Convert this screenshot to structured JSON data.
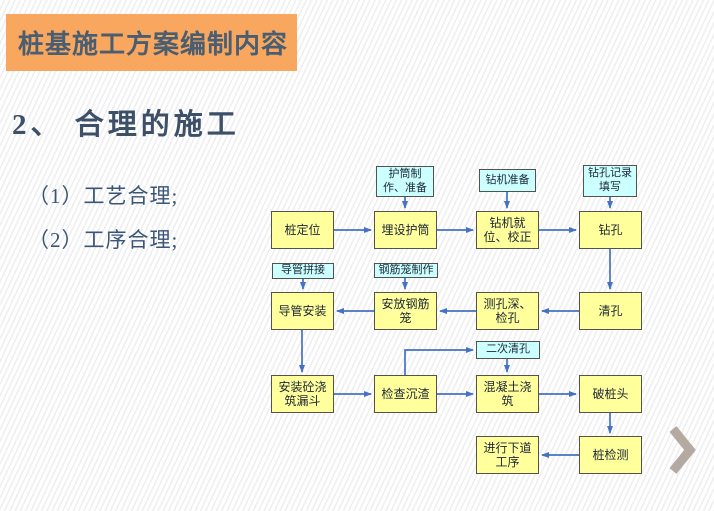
{
  "slide": {
    "title": "桩基施工方案编制内容",
    "heading": "2、 合理的施工",
    "points": [
      "（1）工艺合理;",
      "（2）工序合理;"
    ]
  },
  "flowchart": {
    "nodes": [
      {
        "label": "桩定位",
        "kind": "process"
      },
      {
        "label": "护筒制作、准备",
        "kind": "support"
      },
      {
        "label": "埋设护筒",
        "kind": "process"
      },
      {
        "label": "钻机准备",
        "kind": "support"
      },
      {
        "label": "钻机就位、校正",
        "kind": "process"
      },
      {
        "label": "钻孔记录填写",
        "kind": "support"
      },
      {
        "label": "钻孔",
        "kind": "process"
      },
      {
        "label": "清孔",
        "kind": "process"
      },
      {
        "label": "测孔深、检孔",
        "kind": "process"
      },
      {
        "label": "安放钢筋笼",
        "kind": "process"
      },
      {
        "label": "钢筋笼制作",
        "kind": "support"
      },
      {
        "label": "导管安装",
        "kind": "process"
      },
      {
        "label": "导管拼接",
        "kind": "support"
      },
      {
        "label": "安装砼浇筑漏斗",
        "kind": "process"
      },
      {
        "label": "检查沉渣",
        "kind": "process"
      },
      {
        "label": "二次清孔",
        "kind": "support"
      },
      {
        "label": "混凝土浇筑",
        "kind": "process"
      },
      {
        "label": "破桩头",
        "kind": "process"
      },
      {
        "label": "桩检测",
        "kind": "process"
      },
      {
        "label": "进行下道工序",
        "kind": "process"
      }
    ],
    "edges": [
      [
        "桩定位",
        "埋设护筒"
      ],
      [
        "护筒制作、准备",
        "埋设护筒"
      ],
      [
        "埋设护筒",
        "钻机就位、校正"
      ],
      [
        "钻机准备",
        "钻机就位、校正"
      ],
      [
        "钻机就位、校正",
        "钻孔"
      ],
      [
        "钻孔记录填写",
        "钻孔"
      ],
      [
        "钻孔",
        "清孔"
      ],
      [
        "清孔",
        "测孔深、检孔"
      ],
      [
        "测孔深、检孔",
        "安放钢筋笼"
      ],
      [
        "钢筋笼制作",
        "安放钢筋笼"
      ],
      [
        "安放钢筋笼",
        "导管安装"
      ],
      [
        "导管拼接",
        "导管安装"
      ],
      [
        "导管安装",
        "安装砼浇筑漏斗"
      ],
      [
        "安装砼浇筑漏斗",
        "检查沉渣"
      ],
      [
        "检查沉渣",
        "二次清孔"
      ],
      [
        "二次清孔",
        "混凝土浇筑"
      ],
      [
        "检查沉渣",
        "混凝土浇筑"
      ],
      [
        "混凝土浇筑",
        "破桩头"
      ],
      [
        "破桩头",
        "桩检测"
      ],
      [
        "桩检测",
        "进行下道工序"
      ]
    ]
  },
  "nav": {
    "next_glyph": "❯"
  },
  "colors": {
    "title_bg": "#F9A75F",
    "title_text": "#4A5E72",
    "heading_text": "#3C5069",
    "process_box_fill": "#FFFF9C",
    "support_box_fill": "#CCFFFF",
    "box_border": "#53534B",
    "arrow": "#4472C4",
    "next_chevron": "#B4AAA2"
  }
}
